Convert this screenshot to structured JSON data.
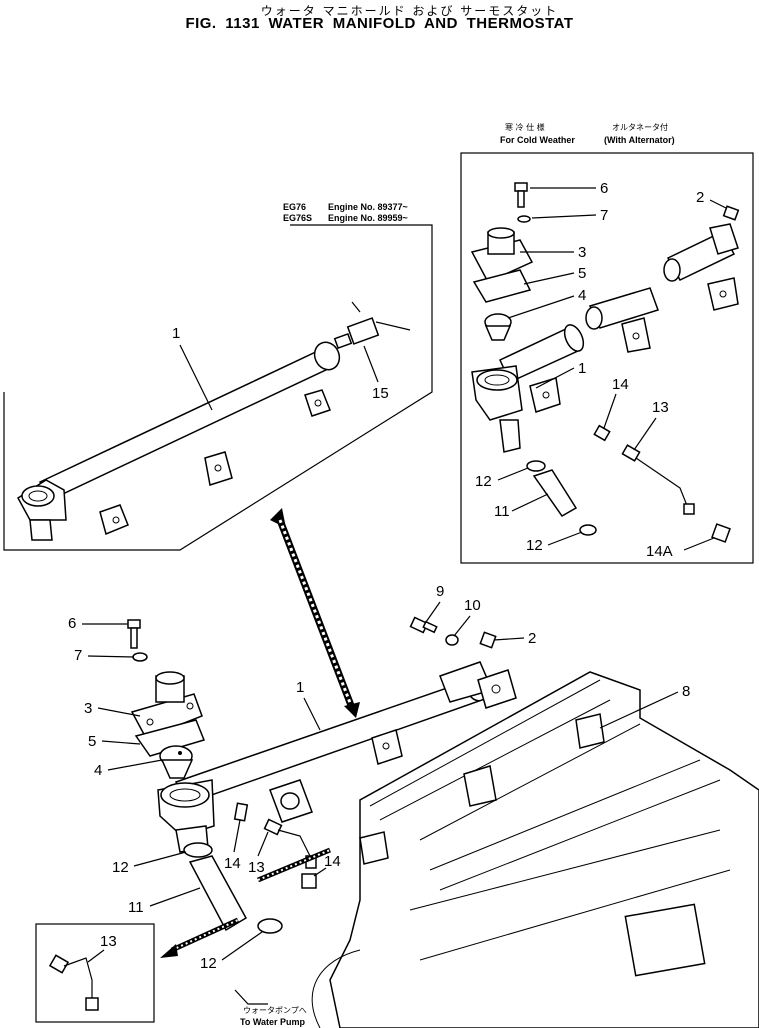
{
  "header": {
    "title_jp": "ウォータ マニホールド および サーモスタット",
    "title_en": "FIG. 1131  WATER MANIFOLD AND THERMOSTAT"
  },
  "cold_weather_box": {
    "heading_jp_1": "寒 冷 仕 様",
    "heading_en_1": "For Cold Weather",
    "heading_jp_2": "オルタネータ付",
    "heading_en_2": "(With Alternator)"
  },
  "engine_box": {
    "model_1": "EG76",
    "engine_1": "Engine No. 89377~",
    "model_2": "EG76S",
    "engine_2": "Engine No. 89959~"
  },
  "water_pump_note": {
    "jp": "ウォータポンプへ",
    "en": "To Water Pump"
  },
  "labels": {
    "engine_box": [
      "1",
      "15"
    ],
    "cold_box": [
      "6",
      "7",
      "3",
      "5",
      "4",
      "2",
      "1",
      "14",
      "13",
      "12",
      "11",
      "12",
      "14A"
    ],
    "main": [
      "9",
      "10",
      "2",
      "6",
      "7",
      "3",
      "5",
      "4",
      "1",
      "8",
      "12",
      "14",
      "13",
      "14",
      "11",
      "12"
    ],
    "inset": [
      "13"
    ]
  }
}
